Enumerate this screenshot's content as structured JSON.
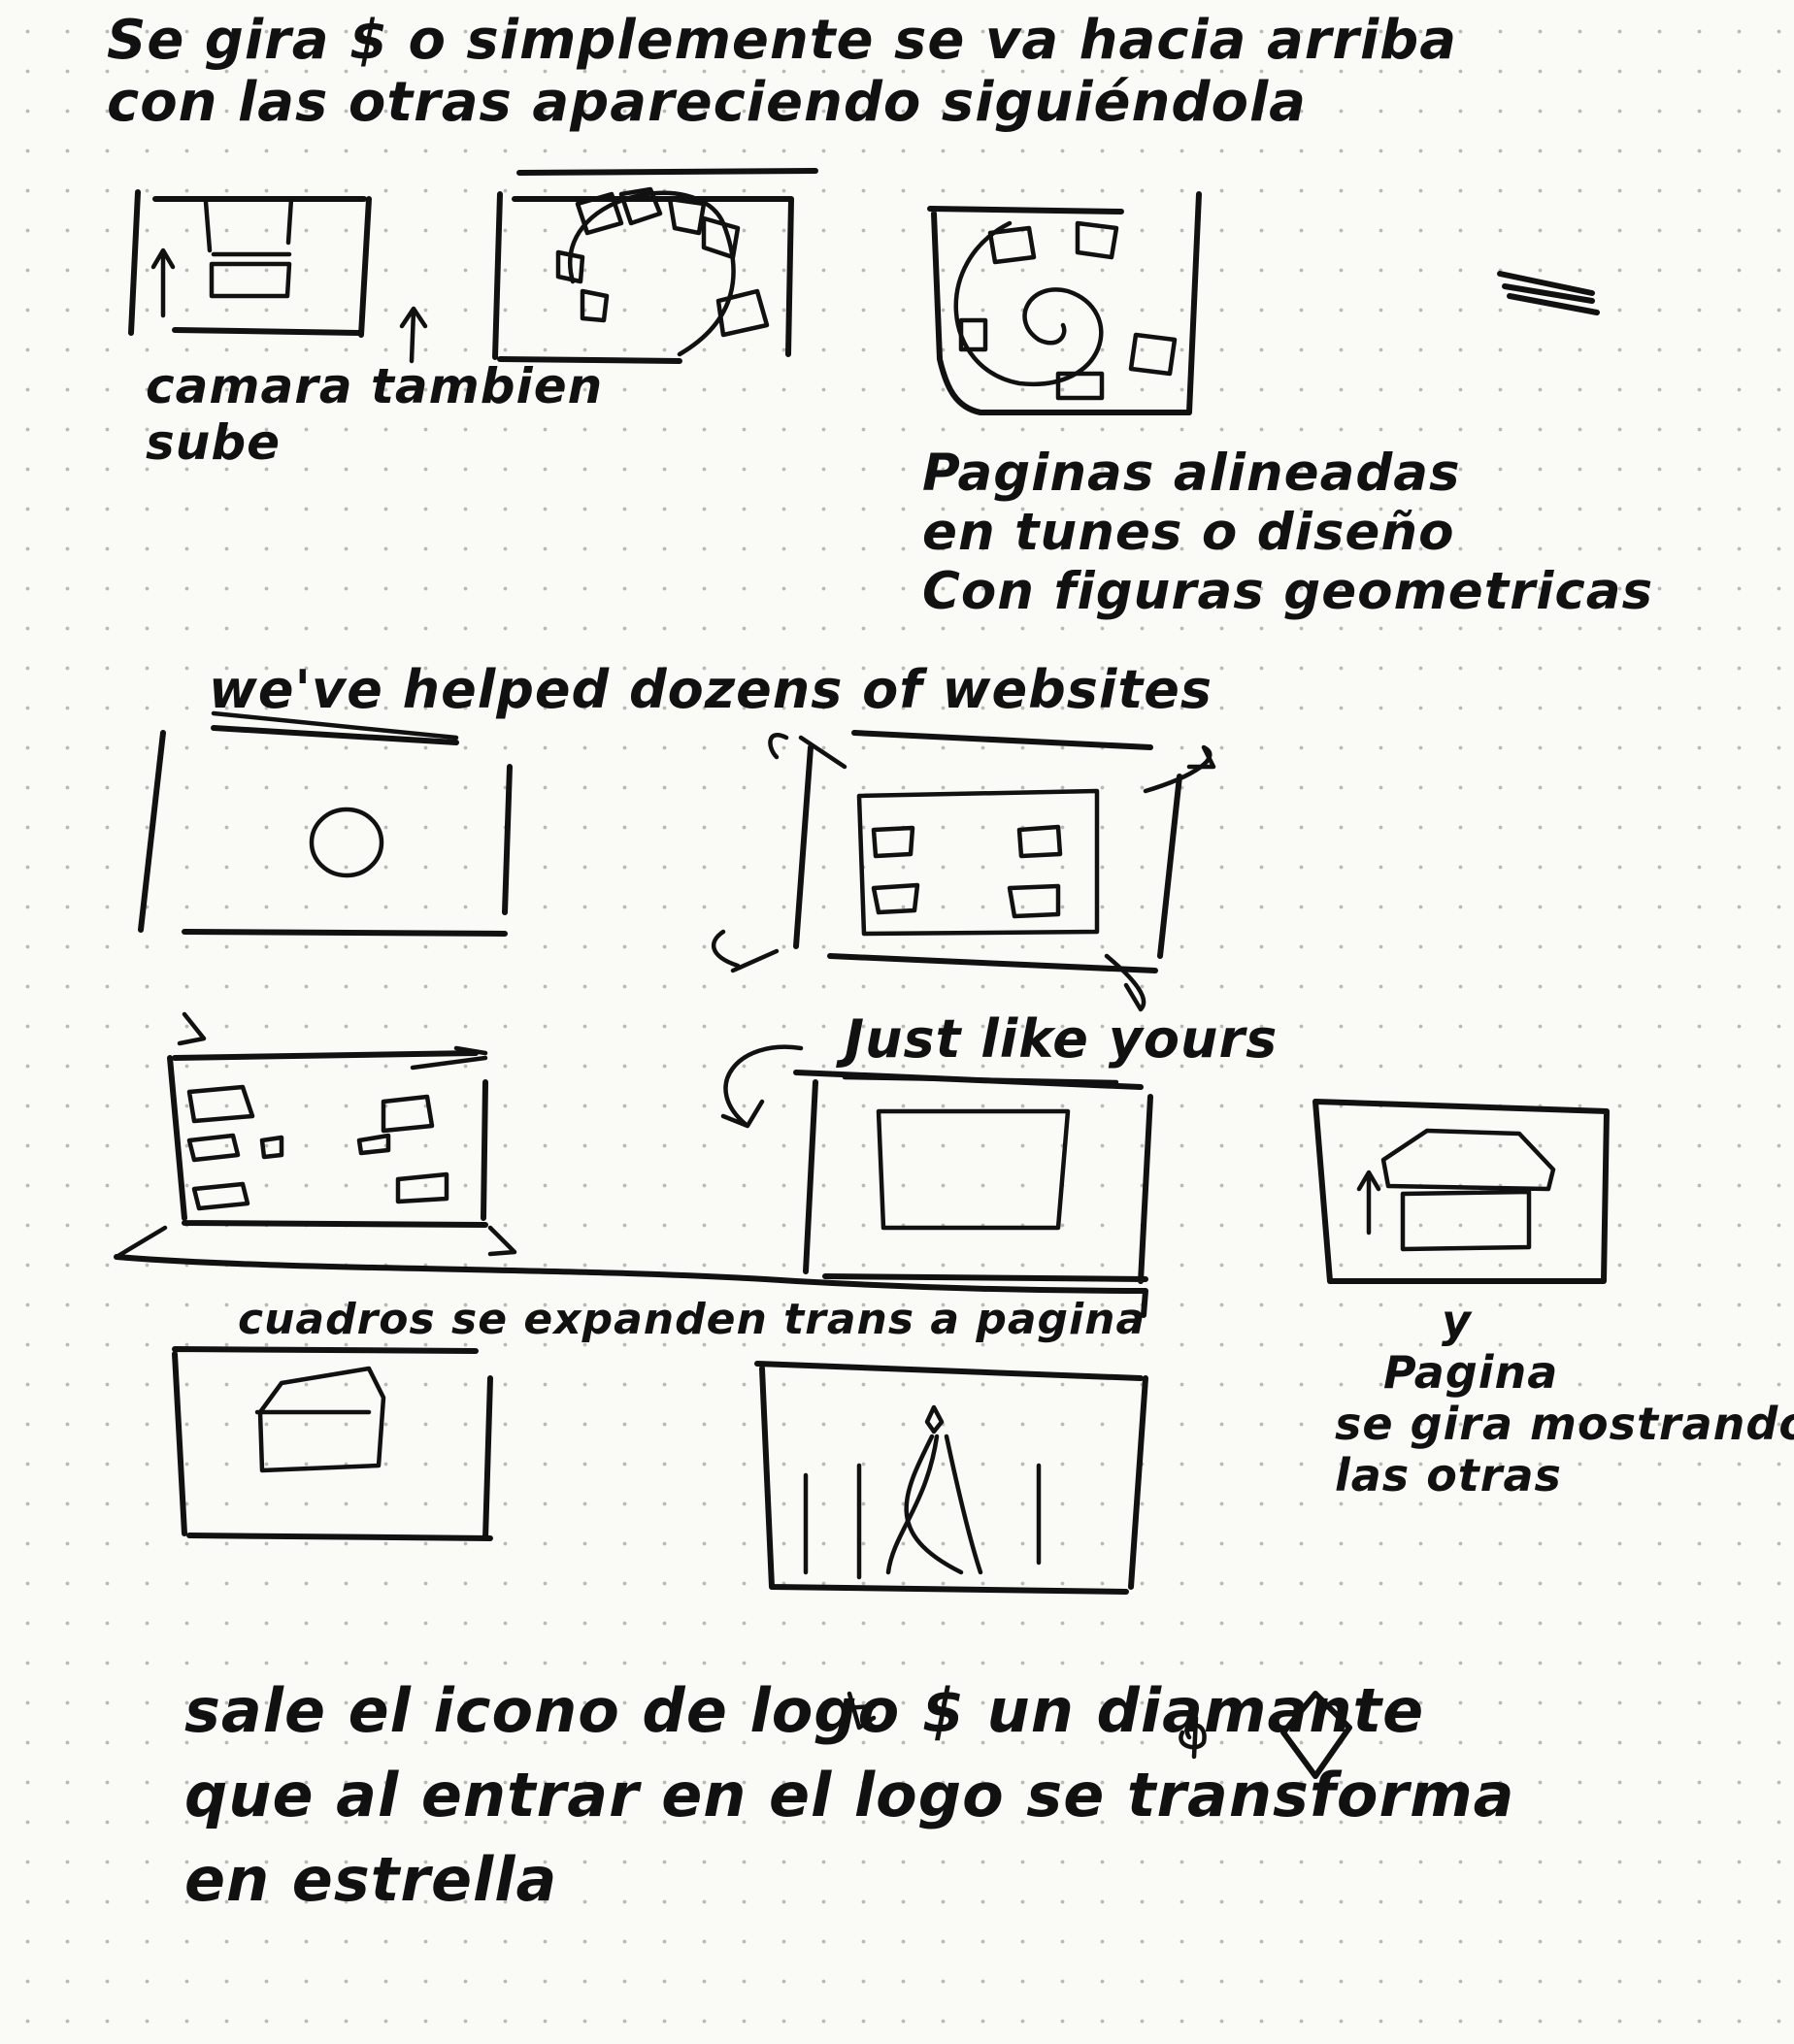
{
  "notes": {
    "top": [
      "Se gira $ o simplemente se va hacia arriba",
      "con las otras apareciendo siguiéndola"
    ],
    "camera": [
      "camara tambien",
      "sube"
    ],
    "pages_aligned": [
      "Paginas alineadas",
      "en tunes o diseño",
      "Con figuras geometricas"
    ],
    "helped": "we've helped dozens of websites",
    "just_like": "Just like yours",
    "expand": "cuadros se expanden trans a pagina",
    "y_pagina": [
      "y",
      "Pagina",
      "se gira mostrando",
      "las otras"
    ],
    "bottom": [
      "sale el icono de logo $ un diamante",
      "que al entrar en el logo se transforma",
      "en estrella"
    ]
  }
}
